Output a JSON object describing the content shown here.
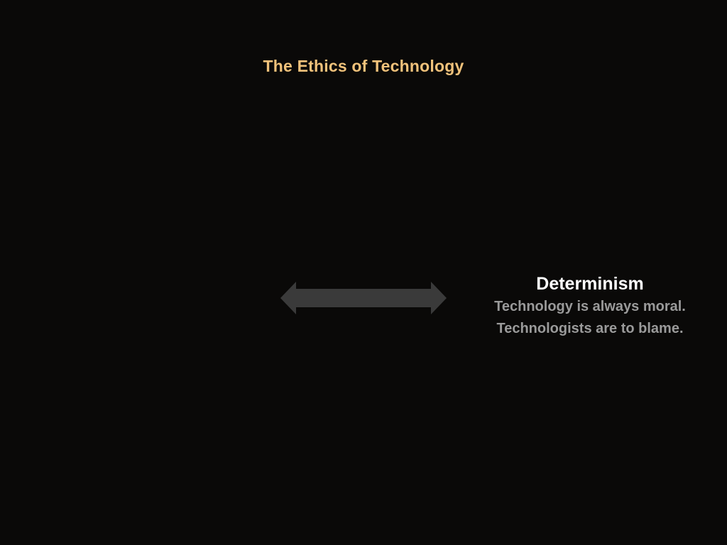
{
  "slide": {
    "title": "The Ethics of Technology",
    "concept": {
      "heading": "Determinism",
      "lines": [
        "Technology is always moral.",
        "Technologists are to blame."
      ]
    },
    "arrow": {
      "icon": "double-arrow-icon",
      "color": "#3a3a3a"
    },
    "colors": {
      "background": "#0a0908",
      "title": "#f0c27b",
      "heading": "#ffffff",
      "body": "#9a9a9a"
    }
  }
}
